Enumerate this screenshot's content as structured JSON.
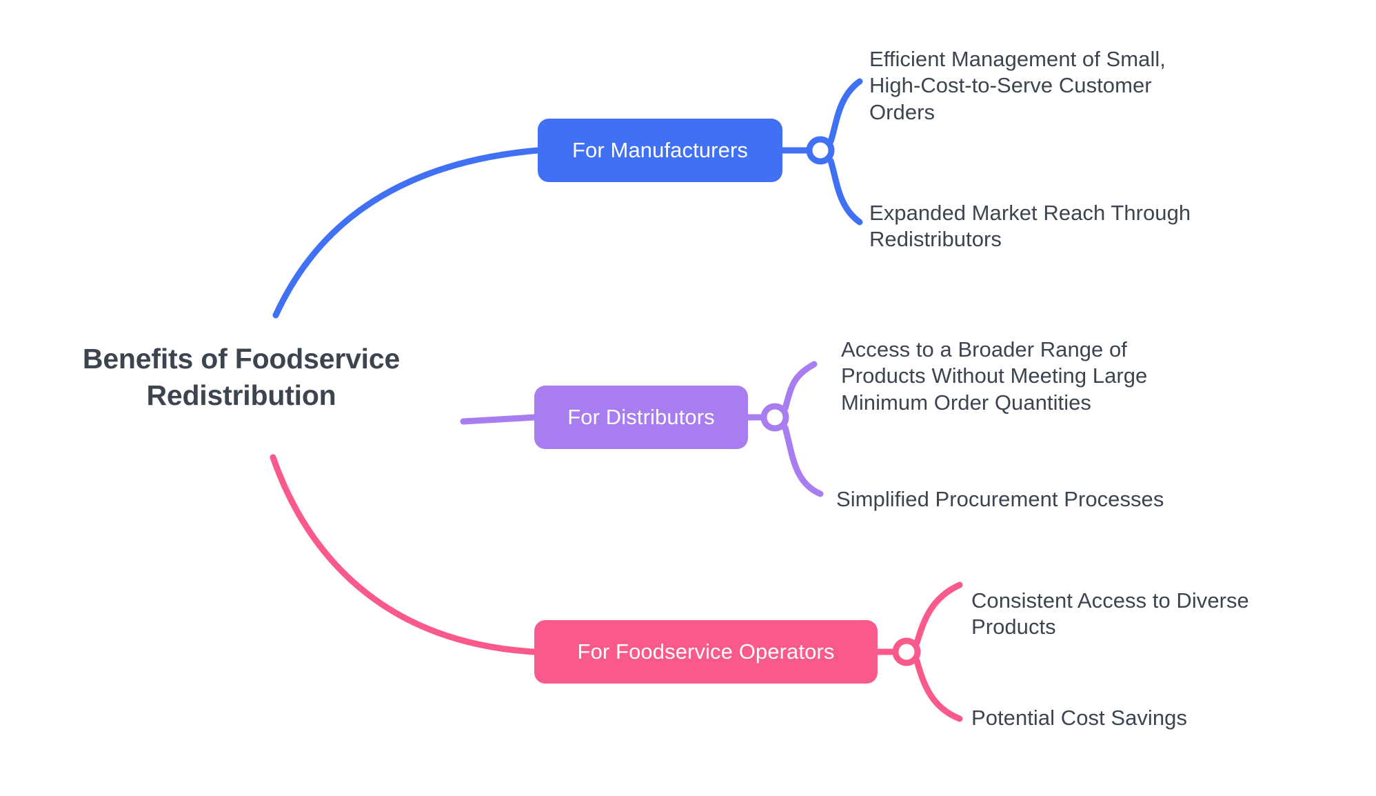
{
  "diagram": {
    "type": "mind-map",
    "title": "Benefits of Foodservice Redistribution",
    "root": {
      "label": "Benefits of Foodservice\nRedistribution"
    },
    "colors": {
      "manufacturers": "#4070F4",
      "distributors": "#A77DF0",
      "operators": "#F9598B",
      "text": "#3C4450",
      "background": "#FFFFFF"
    },
    "branches": [
      {
        "id": "manufacturers",
        "label": "For Manufacturers",
        "color": "#4070F4",
        "leaves": [
          {
            "text": "Efficient Management of Small,\nHigh-Cost-to-Serve Customer\nOrders"
          },
          {
            "text": "Expanded Market Reach Through\nRedistributors"
          }
        ]
      },
      {
        "id": "distributors",
        "label": "For Distributors",
        "color": "#A77DF0",
        "leaves": [
          {
            "text": "Access to a Broader Range of\nProducts Without Meeting Large\nMinimum Order Quantities"
          },
          {
            "text": "Simplified Procurement Processes"
          }
        ]
      },
      {
        "id": "operators",
        "label": "For Foodservice Operators",
        "color": "#F9598B",
        "leaves": [
          {
            "text": "Consistent Access to Diverse\nProducts"
          },
          {
            "text": "Potential Cost Savings"
          }
        ]
      }
    ]
  }
}
